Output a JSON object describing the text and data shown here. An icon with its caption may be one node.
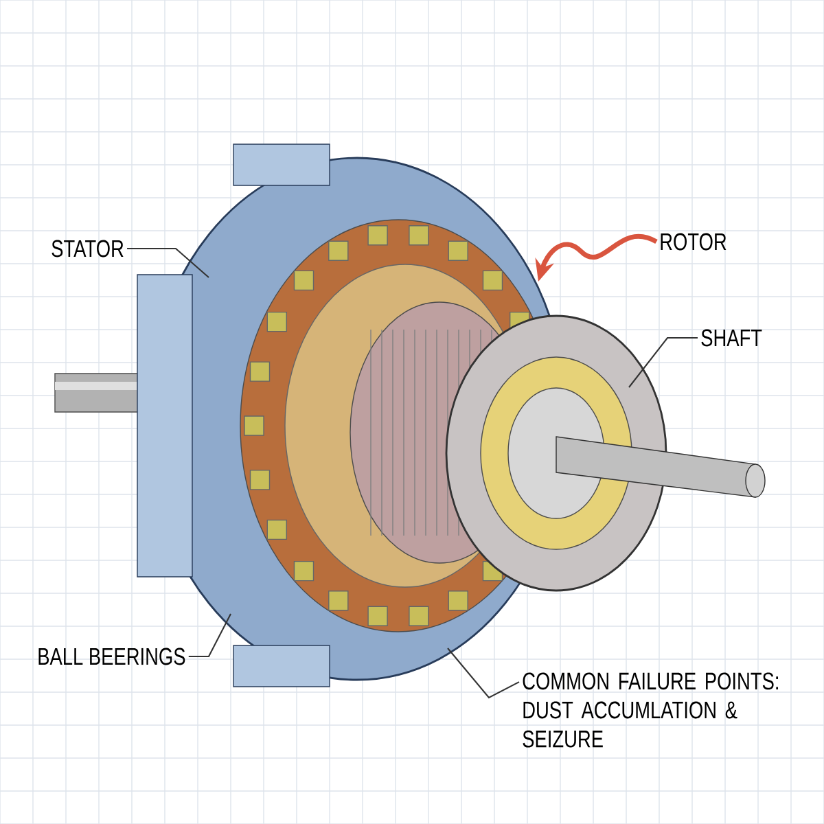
{
  "diagram": {
    "nodes": [
      {
        "text": [
          "STATOR"
        ]
      },
      {
        "text": [
          "ROTOR"
        ]
      },
      {
        "text": [
          "SHAFT"
        ]
      },
      {
        "text": [
          "BALL BEERINGS"
        ]
      },
      {
        "text": [
          "COMMON FAILURE POINTS: DUST ACCUMLATION & SEIZURE"
        ]
      }
    ],
    "edges": [
      {
        "from": 0,
        "to": null,
        "arrow": "none"
      },
      {
        "from": 1,
        "to": null,
        "arrow": "to",
        "color": "#d9553f",
        "style": "thick"
      },
      {
        "from": 2,
        "to": null,
        "arrow": "none"
      },
      {
        "from": 3,
        "to": null,
        "arrow": "none"
      },
      {
        "from": 4,
        "to": null,
        "arrow": "none"
      }
    ]
  }
}
